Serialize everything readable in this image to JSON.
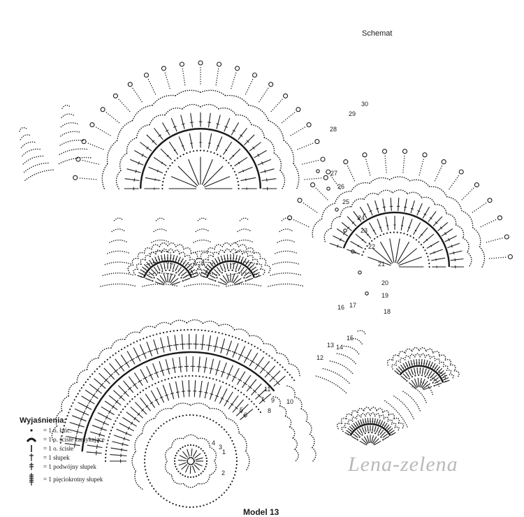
{
  "title": "Schemat",
  "legend": {
    "heading": "Wyjaśnienia:",
    "items": [
      {
        "icon": "chain-dot-icon",
        "text": "= 1 o. łańc."
      },
      {
        "icon": "slip-stitch-icon",
        "text": "= 1 o. ścisłe zamykające"
      },
      {
        "icon": "single-crochet-icon",
        "text": "= 1 o. ścisłe"
      },
      {
        "icon": "double-crochet-icon",
        "text": "= 1 słupek"
      },
      {
        "icon": "treble-crochet-icon",
        "text": "= 1 podwójny słupek"
      },
      {
        "icon": "quintuple-treble-icon",
        "text": "= 1 pięciokrotny słupek"
      }
    ]
  },
  "row_numbers": [
    "1",
    "2",
    "3",
    "4",
    "5",
    "6",
    "7",
    "8",
    "9",
    "10",
    "11",
    "12",
    "13",
    "14",
    "15",
    "16",
    "17",
    "18",
    "19",
    "20",
    "21",
    "22",
    "23",
    "24",
    "25",
    "26",
    "27",
    "28",
    "29",
    "30"
  ],
  "model_label": "Model 13",
  "watermark": "Lena-zelena",
  "colors": {
    "ink": "#1a1a1a",
    "watermark": "#b9b9b9",
    "background": "#ffffff"
  }
}
